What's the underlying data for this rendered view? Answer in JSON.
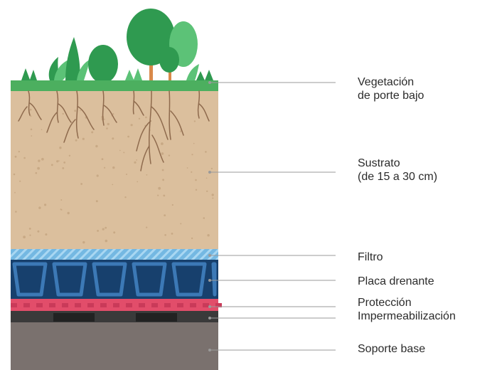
{
  "diagram": {
    "colors": {
      "vegetation_bar": "#4caf5f",
      "vegetation_bar_edge": "#3a9a4e",
      "plant_dark": "#2f9a50",
      "plant_light": "#5cc277",
      "trunk": "#d9894a",
      "substrate": "#dbbf9d",
      "substrate_dots": "#c8a985",
      "roots": "#8e6a4d",
      "filter": "#74b8e2",
      "filter_stripes": "#a9d7f2",
      "drainage_bg": "#17406d",
      "drainage_cells": "#3c79b6",
      "protection": "#e24d6a",
      "protection_dark": "#c93a59",
      "waterproofing": "#3a3a3a",
      "waterproofing_dark": "#222222",
      "base": "#7a716e",
      "leader_line": "#9a9a9a",
      "label_text": "#2b2b2b"
    },
    "layers": [
      {
        "id": "vegetation",
        "lines": [
          "Vegetación",
          "de porte bajo"
        ]
      },
      {
        "id": "substrate",
        "lines": [
          "Sustrato",
          "(de 15 a 30 cm)"
        ]
      },
      {
        "id": "filter",
        "lines": [
          "Filtro"
        ]
      },
      {
        "id": "drainage",
        "lines": [
          "Placa drenante"
        ]
      },
      {
        "id": "protection",
        "lines": [
          "Protección"
        ]
      },
      {
        "id": "waterproofing",
        "lines": [
          "Impermeabilización"
        ]
      },
      {
        "id": "base",
        "lines": [
          "Soporte base"
        ]
      }
    ]
  }
}
